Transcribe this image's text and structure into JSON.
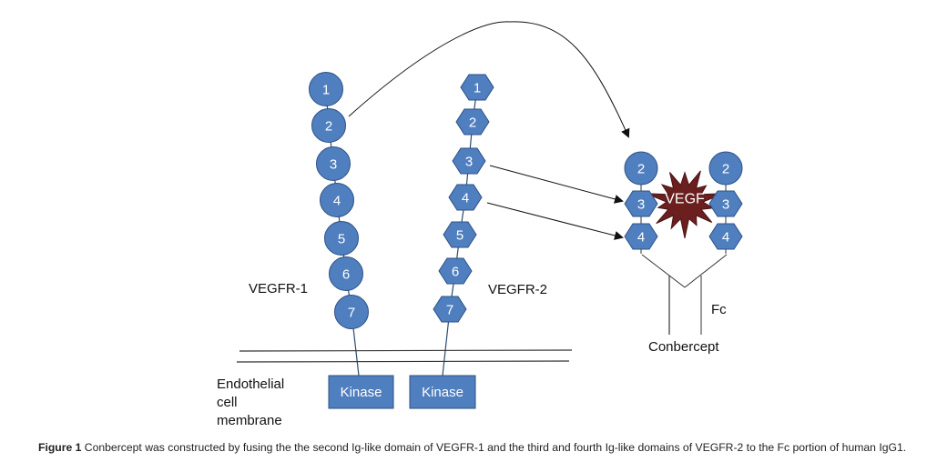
{
  "colors": {
    "domain_fill": "#4f7fbf",
    "domain_stroke": "#2e5186",
    "vegf_fill": "#6b1f1f",
    "line": "#222222"
  },
  "vegfr1": {
    "label": "VEGFR-1",
    "shape": "circle",
    "domains": [
      "1",
      "2",
      "3",
      "4",
      "5",
      "6",
      "7"
    ]
  },
  "vegfr2": {
    "label": "VEGFR-2",
    "shape": "hexagon",
    "domains": [
      "1",
      "2",
      "3",
      "4",
      "5",
      "6",
      "7"
    ]
  },
  "membrane": {
    "label_lines": [
      "Endothelial",
      "cell",
      "membrane"
    ]
  },
  "kinase": {
    "left_label": "Kinase",
    "right_label": "Kinase"
  },
  "conbercept": {
    "label": "Conbercept",
    "fc_label": "Fc",
    "vegf_label": "VEGF",
    "left_arm": [
      "2",
      "3",
      "4"
    ],
    "right_arm": [
      "2",
      "3",
      "4"
    ]
  },
  "caption": {
    "figure_label": "Figure 1",
    "text": "Conbercept was constructed by fusing the the second Ig-like domain of VEGFR-1 and the third and fourth Ig-like domains of VEGFR-2 to the Fc portion of human IgG1."
  }
}
